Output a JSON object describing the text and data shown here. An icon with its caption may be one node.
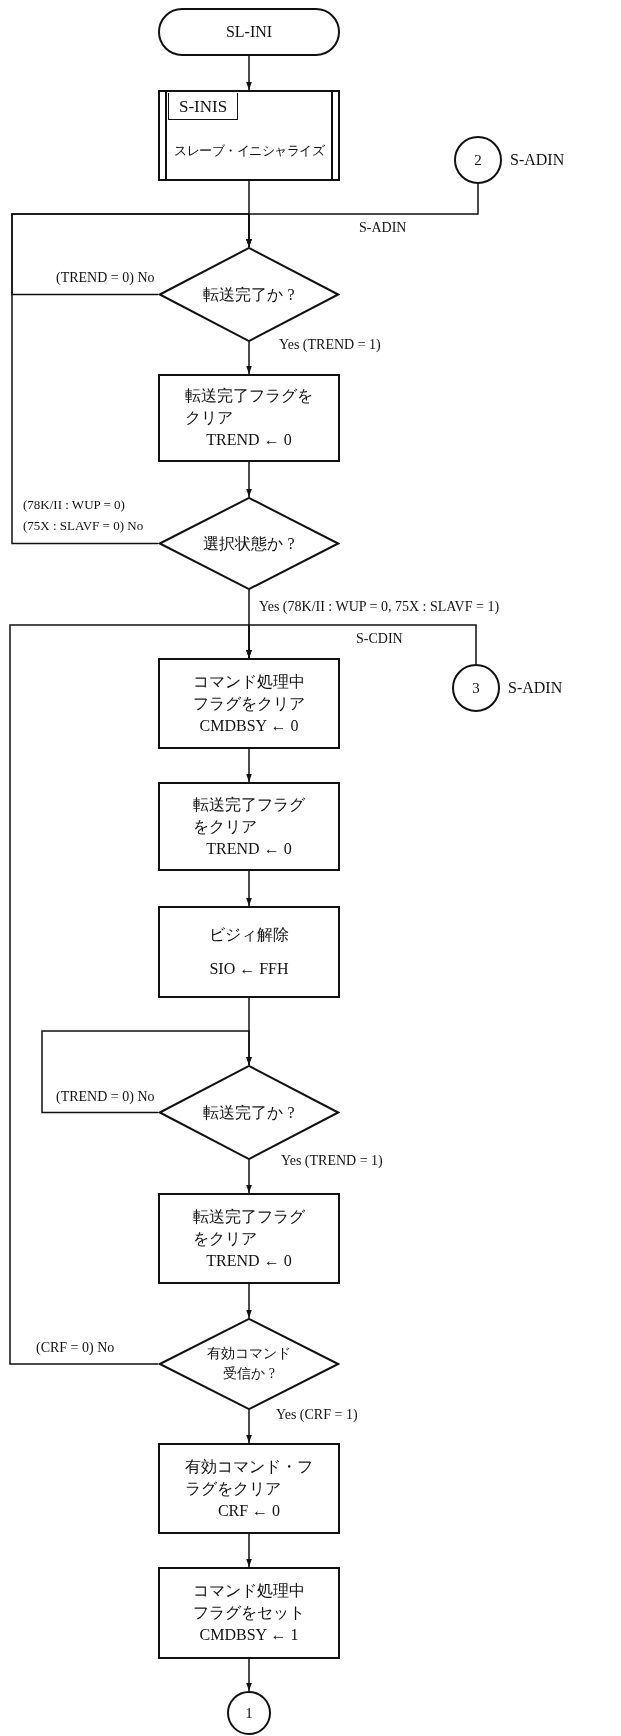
{
  "diagram": {
    "nodes": [
      {
        "text": [
          "SL-INI"
        ]
      },
      {
        "text": [
          "S-INIS",
          "スレーブ・イニシャライズ"
        ]
      },
      {
        "text": [
          "2"
        ],
        "beside": [
          "S-ADIN"
        ]
      },
      {
        "text": [
          "転送完了か ?"
        ]
      },
      {
        "text": [
          "転送完了フラグをクリア",
          "TREND ← 0"
        ]
      },
      {
        "text": [
          "選択状態か ?"
        ]
      },
      {
        "text": [
          "3"
        ],
        "beside": [
          "S-ADIN"
        ]
      },
      {
        "text": [
          "コマンド処理中フラグをクリア",
          "CMDBSY ← 0"
        ]
      },
      {
        "text": [
          "転送完了フラグをクリア",
          "TREND ← 0"
        ]
      },
      {
        "text": [
          "ビジィ解除",
          "SIO ← FFH"
        ]
      },
      {
        "text": [
          "転送完了か ?"
        ]
      },
      {
        "text": [
          "転送完了フラグをクリア",
          "TREND ← 0"
        ]
      },
      {
        "text": [
          "有効コマンド受信か ?"
        ]
      },
      {
        "text": [
          "有効コマンド・フラグをクリア",
          "CRF ← 0"
        ]
      },
      {
        "text": [
          "コマンド処理中フラグをセット",
          "CMDBSY ← 1"
        ]
      },
      {
        "text": [
          "1"
        ]
      }
    ],
    "edges": [
      {
        "from": 0,
        "to": 1,
        "arrow": "to"
      },
      {
        "from": 1,
        "to": 3,
        "arrow": "to"
      },
      {
        "from": 2,
        "to": 3,
        "arrow": "to",
        "label": "S-ADIN"
      },
      {
        "from": 3,
        "to": 4,
        "arrow": "to",
        "label": "Yes (TREND = 1)"
      },
      {
        "from": 3,
        "to": 3,
        "arrow": "to",
        "label": "(TREND = 0) No"
      },
      {
        "from": 4,
        "to": 5,
        "arrow": "to"
      },
      {
        "from": 5,
        "to": 3,
        "arrow": "to",
        "label": "(78K/II : WUP = 0) (75X : SLAVF = 0) No"
      },
      {
        "from": 5,
        "to": 7,
        "arrow": "to",
        "label": "Yes (78K/II : WUP = 0, 75X : SLAVF = 1)"
      },
      {
        "from": 6,
        "to": 7,
        "arrow": "to",
        "label": "S-CDIN"
      },
      {
        "from": 7,
        "to": 8,
        "arrow": "to"
      },
      {
        "from": 8,
        "to": 9,
        "arrow": "to"
      },
      {
        "from": 9,
        "to": 10,
        "arrow": "to"
      },
      {
        "from": 10,
        "to": 10,
        "arrow": "to",
        "label": "(TREND = 0) No"
      },
      {
        "from": 10,
        "to": 11,
        "arrow": "to",
        "label": "Yes (TREND = 1)"
      },
      {
        "from": 11,
        "to": 12,
        "arrow": "to"
      },
      {
        "from": 12,
        "to": 7,
        "arrow": "to",
        "label": "(CRF = 0) No"
      },
      {
        "from": 12,
        "to": 13,
        "arrow": "to",
        "label": "Yes (CRF = 1)"
      },
      {
        "from": 13,
        "to": 14,
        "arrow": "to"
      },
      {
        "from": 14,
        "to": 15,
        "arrow": "to"
      }
    ]
  }
}
